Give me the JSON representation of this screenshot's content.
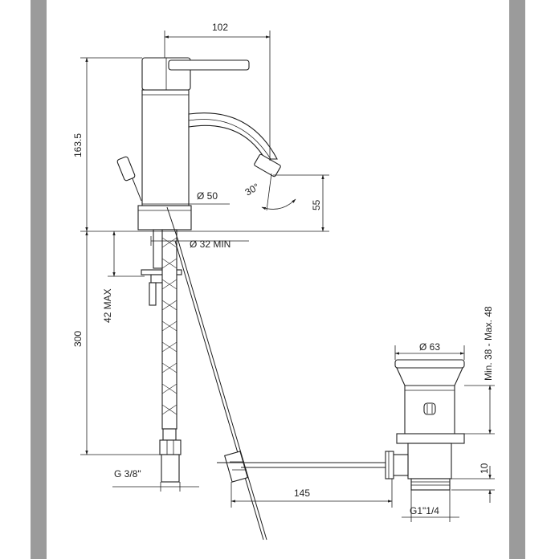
{
  "drawing": {
    "dimensions": {
      "width_102": "102",
      "height_163_5": "163.5",
      "diameter_50": "Ø 50",
      "angle_30": "30°",
      "height_55": "55",
      "diameter_32_min": "Ø 32 MIN",
      "max_42": "42 MAX",
      "length_300": "300",
      "thread_g38": "G 3/8\"",
      "diameter_63": "Ø 63",
      "range_38_48": "Min. 38 - Max. 48",
      "height_10": "10",
      "length_145": "145",
      "thread_g114": "G1\"1/4"
    }
  },
  "colors": {
    "frame_gray": "#9b9b9b",
    "line": "#1f1f1f",
    "background": "#ffffff"
  }
}
